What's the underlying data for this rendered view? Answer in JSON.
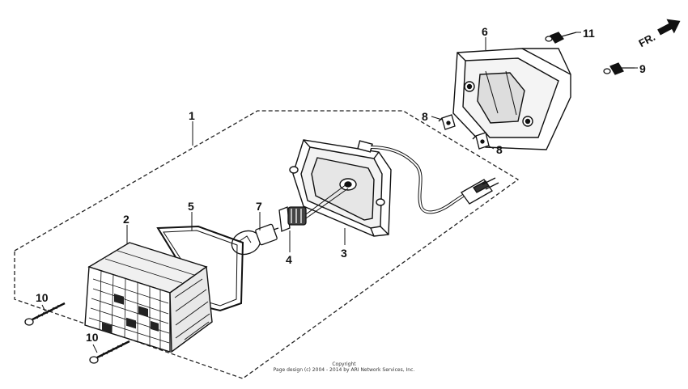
{
  "callouts": {
    "c1": "1",
    "c2": "2",
    "c3": "3",
    "c4": "4",
    "c5": "5",
    "c6": "6",
    "c7": "7",
    "c8a": "8",
    "c8b": "8",
    "c9": "9",
    "c10a": "10",
    "c10b": "10",
    "c11": "11"
  },
  "direction_label": "FR.",
  "copyright": {
    "line1": "Copyright",
    "line2": "Page design (c) 2004 - 2014 by ARI Network Services, Inc."
  },
  "icons": {
    "direction": "arrow-upper-right-icon"
  },
  "colors": {
    "ink": "#111111",
    "paper": "#ffffff"
  }
}
